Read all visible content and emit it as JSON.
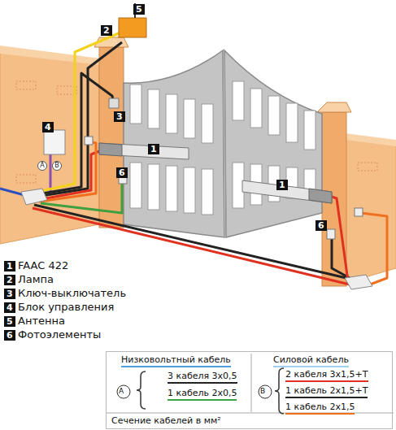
{
  "diagram": {
    "nodes": [
      {
        "text": [
          "Низковольтный кабель",
          "Силовой кабель",
          "A",
          "3 кабеля 3x0,5",
          "1 кабель 2x0,5",
          "B",
          "2 кабеля 3x1,5+T",
          "1 кабель 2x1,5+T",
          "1 кабель 2x1,5",
          "Сечение кабелей в мм²"
        ]
      }
    ],
    "labels": [
      "1",
      "1",
      "2",
      "3",
      "4",
      "5",
      "6",
      "6",
      "A",
      "B",
      "1",
      "FAAC 422",
      "2",
      "Лампа",
      "3",
      "Ключ-выключатель",
      "4",
      "Блок управления",
      "5",
      "Антенна",
      "6",
      "Фотоэлементы"
    ]
  }
}
